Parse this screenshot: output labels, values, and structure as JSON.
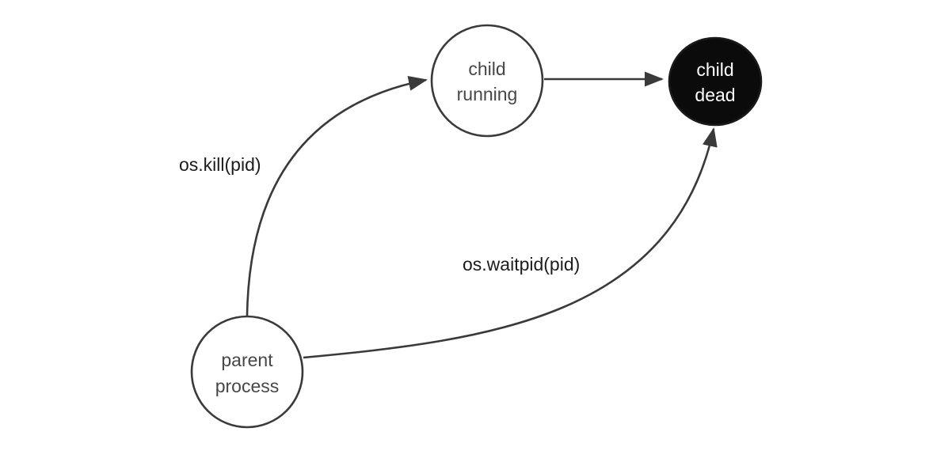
{
  "diagram": {
    "type": "state-diagram",
    "nodes": {
      "child_running": {
        "line1": "child",
        "line2": "running",
        "fill": "#ffffff"
      },
      "child_dead": {
        "line1": "child",
        "line2": "dead",
        "fill": "#0b0b0b"
      },
      "parent_process": {
        "line1": "parent",
        "line2": "process",
        "fill": "#ffffff"
      }
    },
    "edges": {
      "kill": {
        "label": "os.kill(pid)",
        "from": "parent process",
        "to": "child running",
        "label_color": "#e73748"
      },
      "exit": {
        "label": "",
        "from": "child running",
        "to": "child dead"
      },
      "waitpid": {
        "label": "os.waitpid(pid)",
        "from": "parent process",
        "to": "child dead",
        "label_color": "#1c1c1c"
      }
    },
    "colors": {
      "stroke": "#3a3a3a",
      "node_text": "#474747",
      "dead_node_text": "#ffffff",
      "background": "#ffffff"
    }
  }
}
